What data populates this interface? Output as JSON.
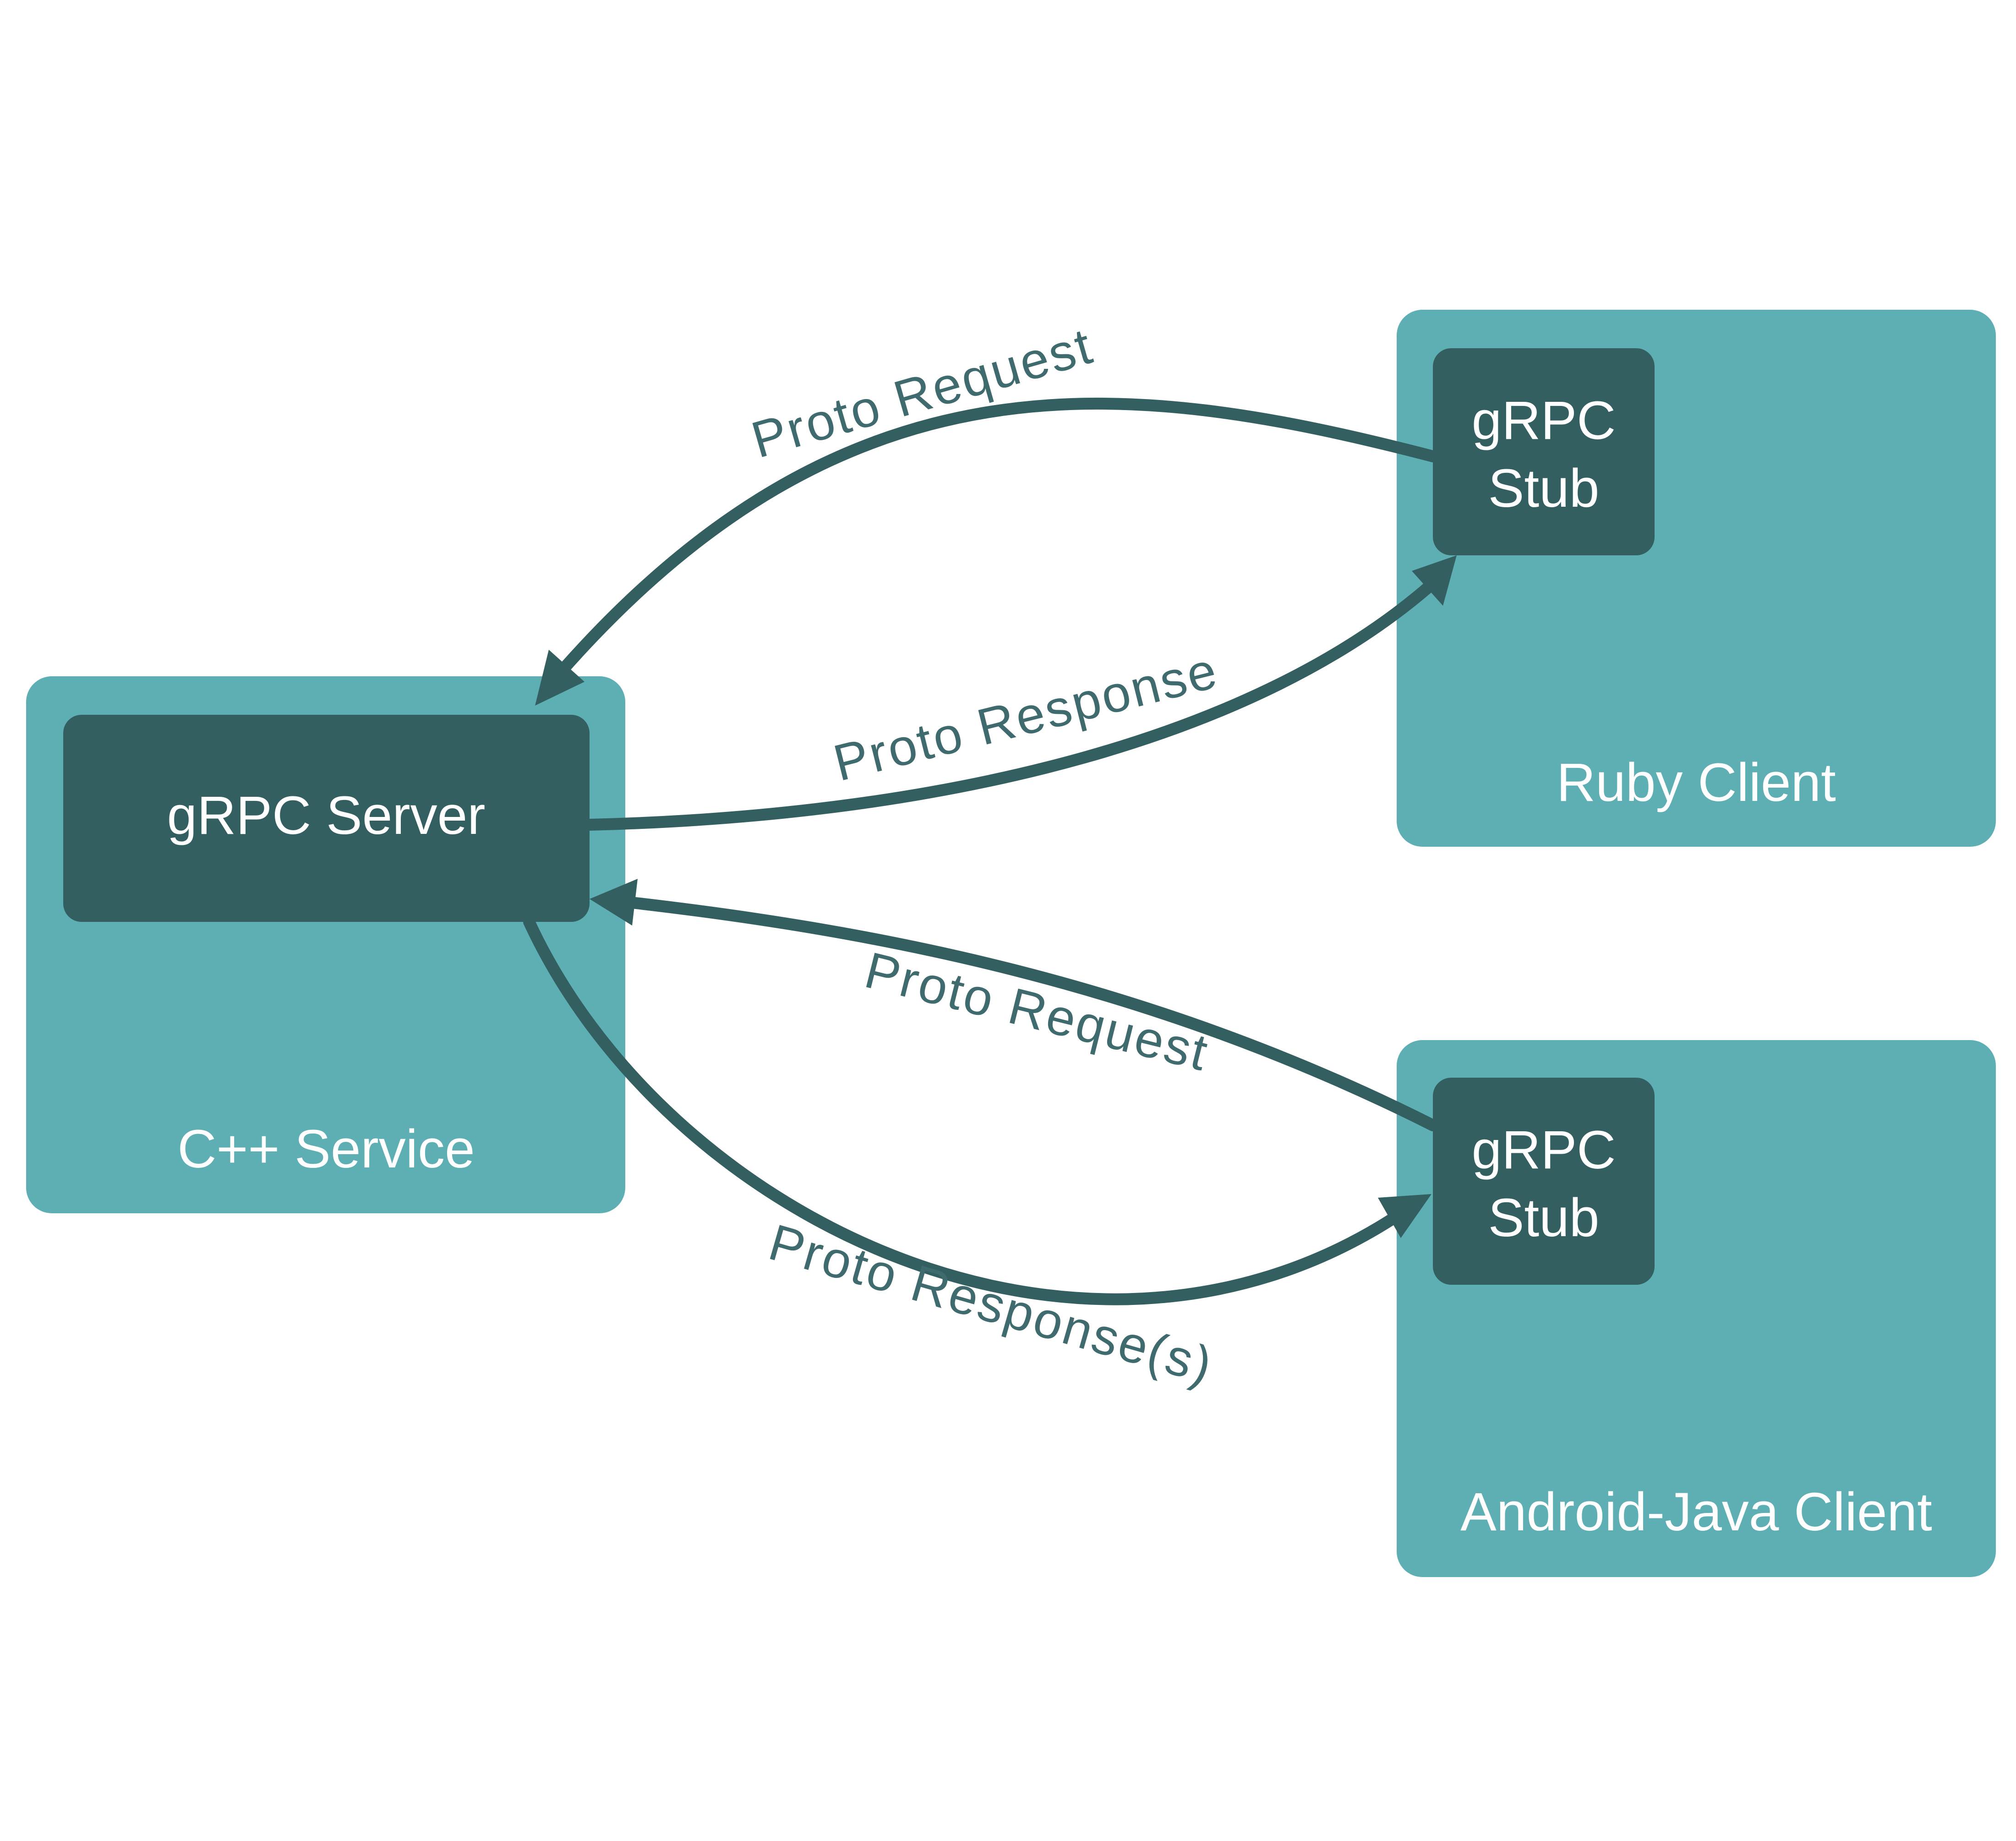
{
  "colors": {
    "container": "#5dafb4",
    "component": "#345f61",
    "arrow": "#345f61",
    "edge_label": "#3f6b6e",
    "box_text": "#ffffff",
    "background": "#ffffff"
  },
  "nodes": {
    "cpp_service": {
      "label": "C++ Service",
      "component_label": "gRPC Server"
    },
    "ruby_client": {
      "label": "Ruby Client",
      "stub_line1": "gRPC",
      "stub_line2": "Stub"
    },
    "android_client": {
      "label": "Android-Java Client",
      "stub_line1": "gRPC",
      "stub_line2": "Stub"
    }
  },
  "edges": {
    "ruby_request": "Proto Request",
    "ruby_response": "Proto Response",
    "android_request": "Proto Request",
    "android_response": "Proto Response(s)"
  }
}
